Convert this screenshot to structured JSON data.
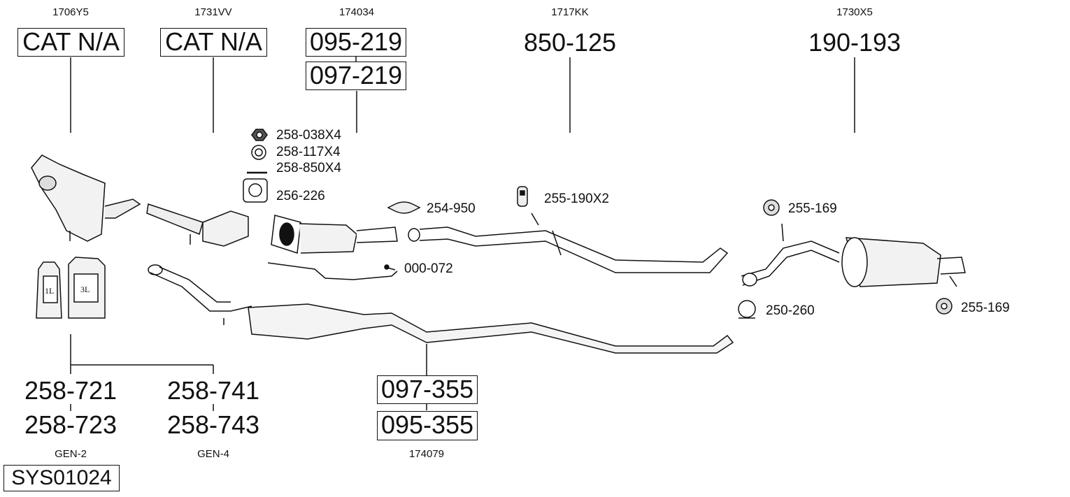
{
  "groups": [
    {
      "code": "1706Y5",
      "part": "CAT N/A"
    },
    {
      "code": "1731VV",
      "part": "CAT N/A"
    },
    {
      "code": "174034",
      "parts": [
        "095-219",
        "097-219"
      ]
    },
    {
      "code": "1717KK",
      "part": "850-125"
    },
    {
      "code": "1730X5",
      "part": "190-193"
    }
  ],
  "fittings": {
    "nut": "258-038X4",
    "ring": "258-117X4",
    "bolt": "258-850X4",
    "gasket": "256-226",
    "clamp": "254-950",
    "hanger_front": "255-190X2",
    "sensor": "000-072",
    "hanger_rear1": "255-169",
    "clamp_rear": "250-260",
    "hanger_rear2": "255-169"
  },
  "fluids": {
    "small_label": "1L",
    "large_label": "3L",
    "gen2": {
      "parts": [
        "258-721",
        "258-723"
      ],
      "label": "GEN-2"
    },
    "gen4": {
      "parts": [
        "258-741",
        "258-743"
      ],
      "label": "GEN-4"
    }
  },
  "middle": {
    "parts": [
      "097-355",
      "095-355"
    ],
    "code": "174079"
  },
  "system_id": "SYS01024"
}
